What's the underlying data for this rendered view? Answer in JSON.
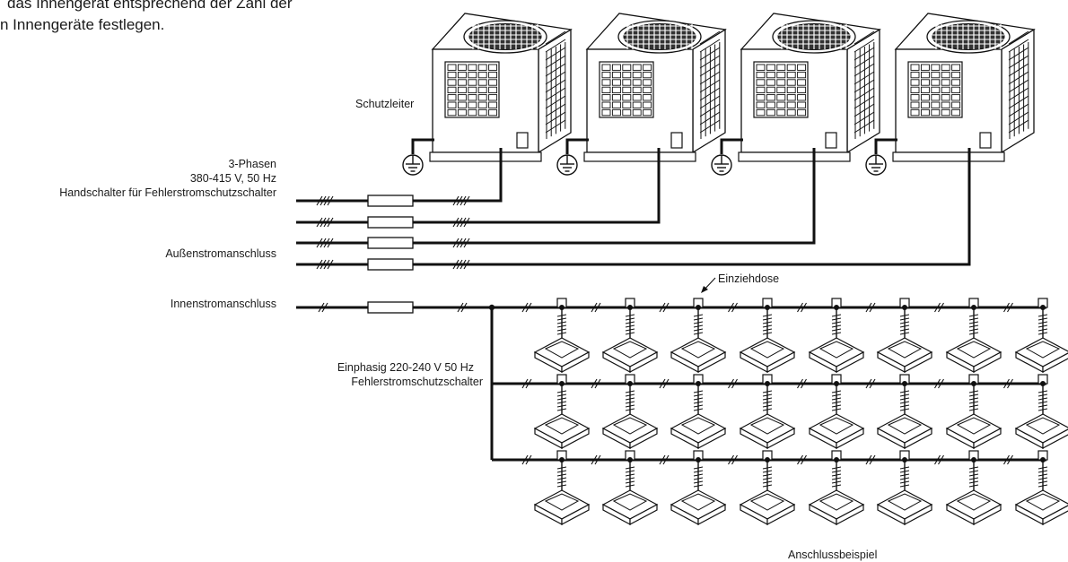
{
  "intro": {
    "line1": "das Innengerät entsprechend der Zahl der",
    "line2": "n Innengeräte festlegen."
  },
  "labels": {
    "schutzleiter": "Schutzleiter",
    "phasen": "3-Phasen",
    "voltage3": "380-415 V, 50 Hz",
    "handschalter": "Handschalter für Fehlerstromschutzschalter",
    "aussen": "Außenstromanschluss",
    "innen": "Innenstromanschluss",
    "einzieh": "Einziehdose",
    "einphasig": "Einphasig 220-240 V 50 Hz",
    "fehlerstrom": "Fehlerstromschutzschalter",
    "beispiel": "Anschlussbeispiel"
  }
}
